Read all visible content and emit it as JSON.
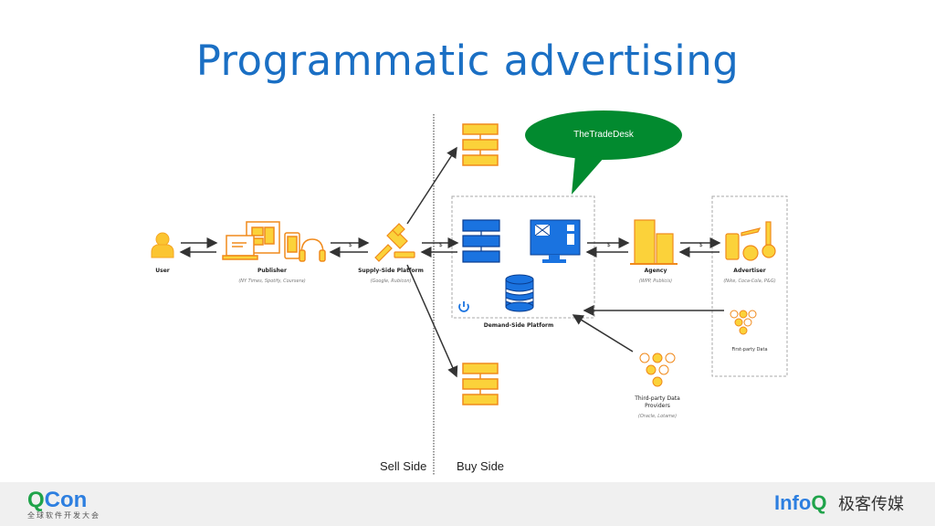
{
  "title": "Programmatic advertising",
  "bubble": {
    "text": "TheTradeDesk",
    "color": "#028a2f"
  },
  "nodes": {
    "user": {
      "label": "User"
    },
    "publisher": {
      "label": "Publisher",
      "examples": "(NY Times, Spotify, Coursera)"
    },
    "ssp": {
      "label": "Supply-Side Platform",
      "examples": "(Google, Rubicon)"
    },
    "dsp": {
      "label": "Demand-Side Platform"
    },
    "agency": {
      "label": "Agency",
      "examples": "(WPP, Publicis)"
    },
    "advertiser": {
      "label": "Advertiser",
      "examples": "(Nike, Coca-Cola, P&G)"
    },
    "first_party": {
      "label": "First-party Data"
    },
    "third_party": {
      "label": "Third-party Data Providers",
      "label_line1": "Third-party Data",
      "label_line2": "Providers",
      "examples": "(Oracle, Lotame)"
    }
  },
  "money_symbol": "$",
  "sides": {
    "sell": "Sell Side",
    "buy": "Buy Side"
  },
  "colors": {
    "title": "#1a6fc4",
    "orange": "#f5a623",
    "yellow": "#fbd23a",
    "blue": "#1a6fd4",
    "green": "#028a2f"
  },
  "footer": {
    "qcon_q": "Q",
    "qcon_rest": "Con",
    "qcon_sub": "全球软件开发大会",
    "infoq_info": "Info",
    "infoq_q": "Q",
    "infoq_cn": "极客传媒"
  }
}
